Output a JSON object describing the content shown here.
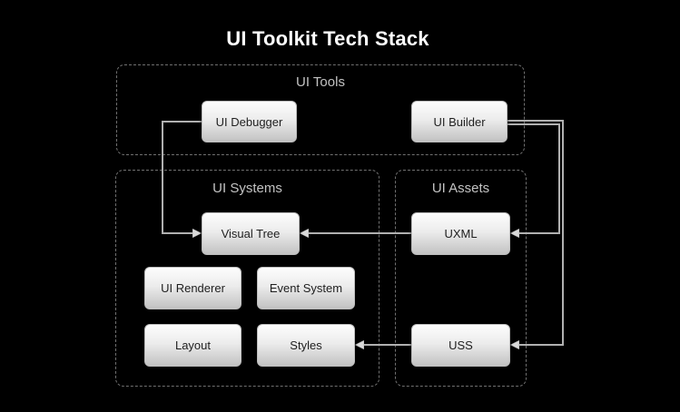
{
  "title": "UI Toolkit Tech Stack",
  "groups": [
    {
      "label": "UI Tools"
    },
    {
      "label": "UI Systems"
    },
    {
      "label": "UI Assets"
    }
  ],
  "nodes": [
    {
      "label": "UI Debugger",
      "group": "UI Tools"
    },
    {
      "label": "UI Builder",
      "group": "UI Tools"
    },
    {
      "label": "Visual Tree",
      "group": "UI Systems"
    },
    {
      "label": "UI Renderer",
      "group": "UI Systems"
    },
    {
      "label": "Event System",
      "group": "UI Systems"
    },
    {
      "label": "Layout",
      "group": "UI Systems"
    },
    {
      "label": "Styles",
      "group": "UI Systems"
    },
    {
      "label": "UXML",
      "group": "UI Assets"
    },
    {
      "label": "USS",
      "group": "UI Assets"
    }
  ],
  "edges": [
    {
      "from": "UI Debugger",
      "to": "Visual Tree"
    },
    {
      "from": "UXML",
      "to": "Visual Tree"
    },
    {
      "from": "UI Builder",
      "to": "UXML"
    },
    {
      "from": "UI Builder",
      "to": "USS"
    },
    {
      "from": "USS",
      "to": "Styles"
    }
  ],
  "colors": {
    "background": "#000000",
    "title_text": "#ffffff",
    "group_border": "#707070",
    "group_label": "#c3c3c3",
    "node_fill_top": "#fdfdfd",
    "node_fill_bottom": "#c2c2c2",
    "node_text": "#1f1f1f",
    "connector": "#b0b0b0",
    "arrowhead": "#d9d9d9"
  }
}
